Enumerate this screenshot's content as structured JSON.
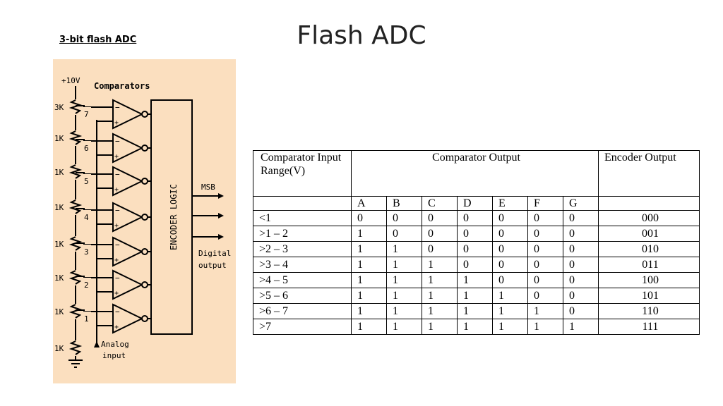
{
  "slide": {
    "title": "Flash ADC",
    "subtitle": "3-bit flash ADC"
  },
  "diagram": {
    "supply_label": "+10V",
    "comparators_label": "Comparators",
    "resistors": [
      "3K",
      "1K",
      "1K",
      "1K",
      "1K",
      "1K",
      "1K",
      "1K"
    ],
    "comparator_numbers": [
      "7",
      "6",
      "5",
      "4",
      "3",
      "2",
      "1"
    ],
    "encoder_label": "ENCODER LOGIC",
    "msb_label": "MSB",
    "digital_label": "Digital",
    "output_label": "output",
    "analog_label": "Analog",
    "input_label": "input",
    "minus": "−",
    "plus": "+"
  },
  "table": {
    "header_range": "Comparator Input Range(V)",
    "header_output": "Comparator Output",
    "header_encoder": "Encoder Output",
    "columns": [
      "A",
      "B",
      "C",
      "D",
      "E",
      "F",
      "G"
    ],
    "rows": [
      {
        "range": "<1",
        "bits": [
          "0",
          "0",
          "0",
          "0",
          "0",
          "0",
          "0"
        ],
        "encoder": "000"
      },
      {
        "range": ">1 – 2",
        "bits": [
          "1",
          "0",
          "0",
          "0",
          "0",
          "0",
          "0"
        ],
        "encoder": "001"
      },
      {
        "range": ">2 – 3",
        "bits": [
          "1",
          "1",
          "0",
          "0",
          "0",
          "0",
          "0"
        ],
        "encoder": "010"
      },
      {
        "range": ">3 – 4",
        "bits": [
          "1",
          "1",
          "1",
          "0",
          "0",
          "0",
          "0"
        ],
        "encoder": "011"
      },
      {
        "range": ">4 – 5",
        "bits": [
          "1",
          "1",
          "1",
          "1",
          "0",
          "0",
          "0"
        ],
        "encoder": "100"
      },
      {
        "range": ">5 – 6",
        "bits": [
          "1",
          "1",
          "1",
          "1",
          "1",
          "0",
          "0"
        ],
        "encoder": "101"
      },
      {
        "range": ">6 – 7",
        "bits": [
          "1",
          "1",
          "1",
          "1",
          "1",
          "1",
          "0"
        ],
        "encoder": "110"
      },
      {
        "range": ">7",
        "bits": [
          "1",
          "1",
          "1",
          "1",
          "1",
          "1",
          "1"
        ],
        "encoder": "111"
      }
    ]
  }
}
